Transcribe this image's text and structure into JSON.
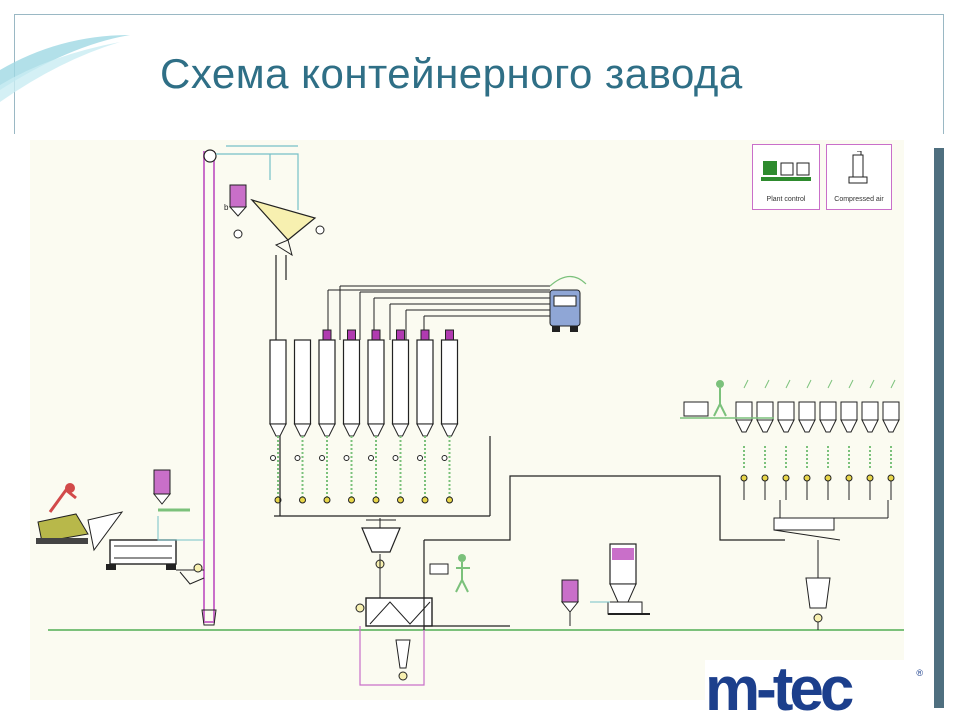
{
  "slide": {
    "title": "Схема контейнерного завода"
  },
  "legend": {
    "plant_control": "Plant control",
    "compressed_air": "Compressed air"
  },
  "logo": {
    "text": "m-tec",
    "registered": "®"
  },
  "colors": {
    "title": "#2f6f86",
    "pipe": "#c96fc9",
    "line": "#222222",
    "feed": "#76c0c8",
    "ground": "#7bc17b",
    "silo_top": "#b03ab0",
    "valve": "#e8d64a",
    "logo": "#1c3f8c"
  },
  "diagram": {
    "silo_count": 8,
    "small_silo_count": 8
  }
}
